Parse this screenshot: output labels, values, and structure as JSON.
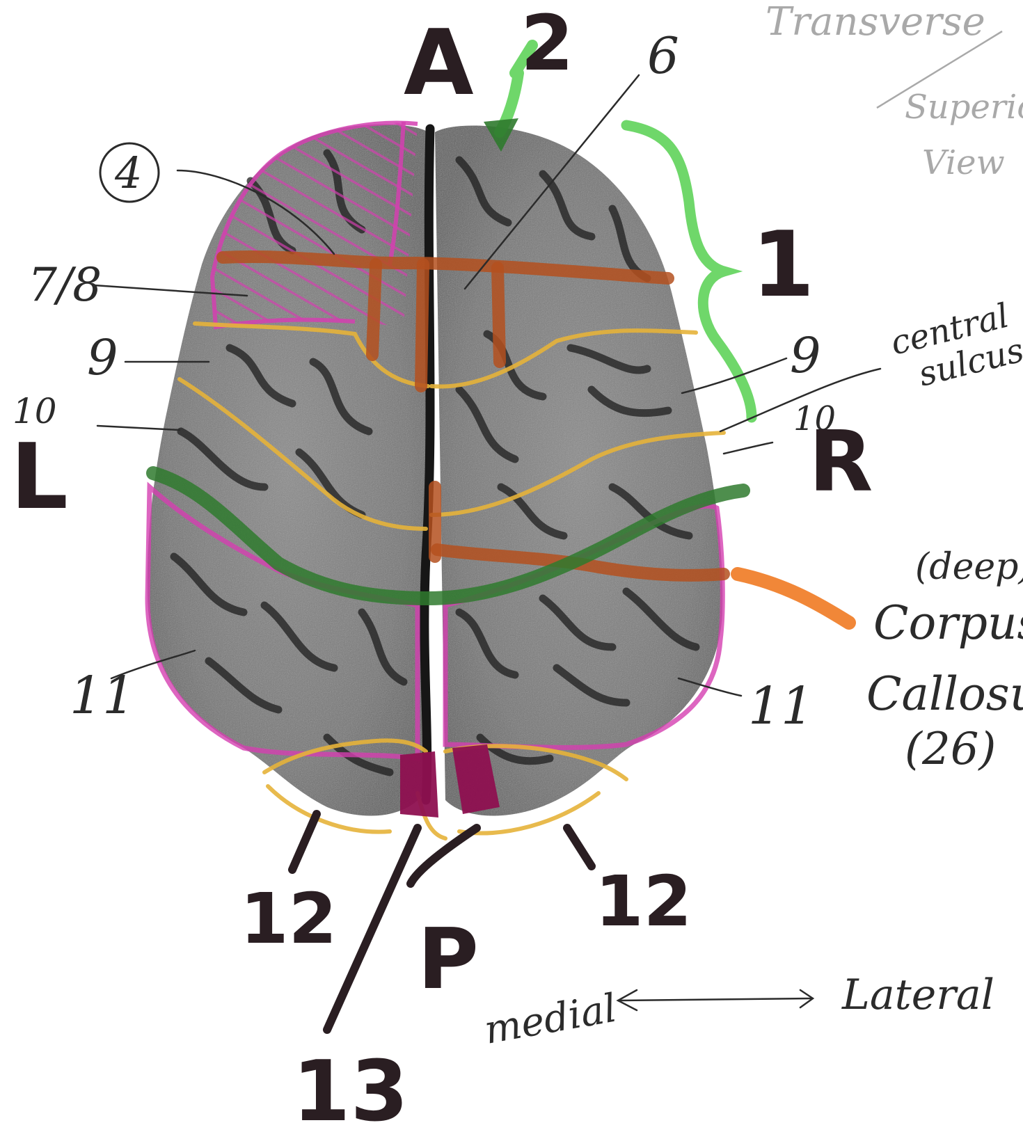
{
  "view": {
    "title": "Transverse",
    "subtitle_line1": "Superior",
    "subtitle_line2": "View"
  },
  "orientation": {
    "anterior": "A",
    "posterior": "P",
    "left": "L",
    "right": "R"
  },
  "labels": {
    "l1": "1",
    "l2": "2",
    "l4": "4",
    "l6": "6",
    "l78": "7/8",
    "l9_left": "9",
    "l9_right": "9",
    "l10_left": "10",
    "l10_right": "10",
    "l11_left": "11",
    "l11_right": "11",
    "l12_left": "12",
    "l12_right": "12",
    "l13": "13",
    "central_line1": "central",
    "central_line2": "sulcus",
    "deep": "(deep)",
    "corpus": "Corpus",
    "callosum": "Callosum",
    "cc_num": "(26)"
  },
  "axis": {
    "medial": "medial",
    "lateral": "Lateral"
  },
  "colors": {
    "cortex": "#7d7d7d",
    "sulcus": "#1e1e1e",
    "magenta": "#d43fb0",
    "orange": "#e8862a",
    "orange_dark": "#b4501e",
    "yellow": "#e6b23a",
    "green": "#5fd35a",
    "green_dark": "#2f7a2e",
    "purple": "#8e1050",
    "ink": "#2a1e22"
  }
}
